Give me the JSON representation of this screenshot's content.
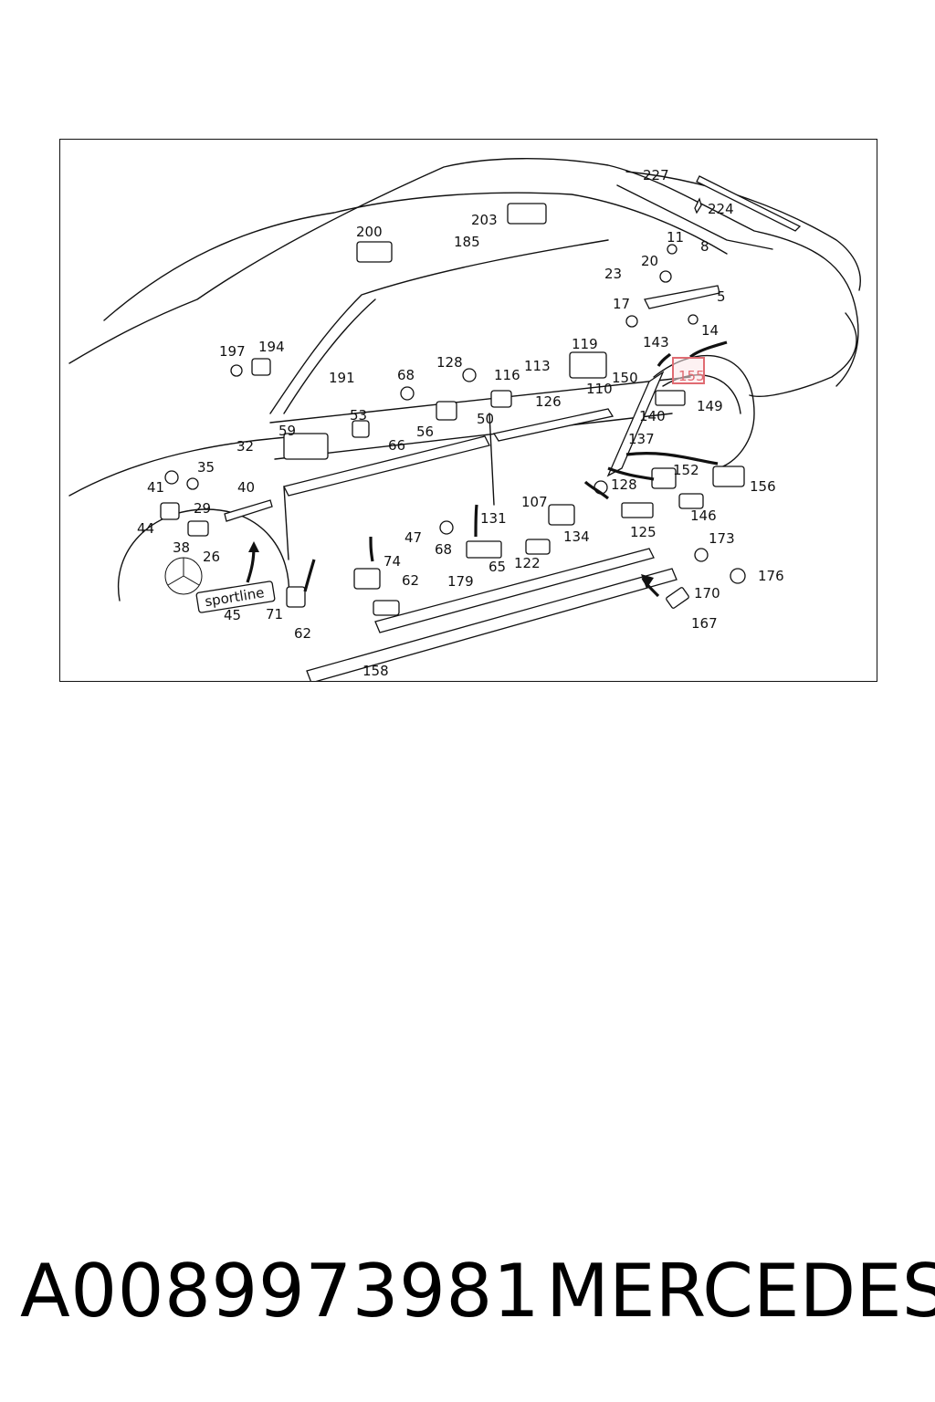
{
  "diagram": {
    "highlight_color": "#e06b72",
    "highlighted_part": "155",
    "labels": {
      "l227": "227",
      "l224": "224",
      "l200": "200",
      "l203": "203",
      "l185": "185",
      "l11": "11",
      "l8": "8",
      "l20": "20",
      "l23": "23",
      "l5": "5",
      "l17": "17",
      "l14": "14",
      "l197": "197",
      "l194": "194",
      "l191": "191",
      "l128a": "128",
      "l68a": "68",
      "l116": "116",
      "l113": "113",
      "l119": "119",
      "l143": "143",
      "l155": "155",
      "l150": "150",
      "l110": "110",
      "l126": "126",
      "l149": "149",
      "l140": "140",
      "l53": "53",
      "l56": "56",
      "l50": "50",
      "l59": "59",
      "l66": "66",
      "l137": "137",
      "l32": "32",
      "l35": "35",
      "l41": "41",
      "l40": "40",
      "l29": "29",
      "l44": "44",
      "l38": "38",
      "l26": "26",
      "l152": "152",
      "l156": "156",
      "l128b": "128",
      "l107": "107",
      "l146": "146",
      "l131": "131",
      "l134": "134",
      "l125": "125",
      "l47": "47",
      "l68b": "68",
      "l74": "74",
      "l65": "65",
      "l122": "122",
      "l173": "173",
      "l176": "176",
      "l62a": "62",
      "l179": "179",
      "l170": "170",
      "l45": "45",
      "l71": "71",
      "l62b": "62",
      "l167": "167",
      "l158": "158"
    },
    "badge_text": "sportline"
  },
  "footer": {
    "part_number": "A0089973981",
    "brand": "MERCEDES"
  }
}
